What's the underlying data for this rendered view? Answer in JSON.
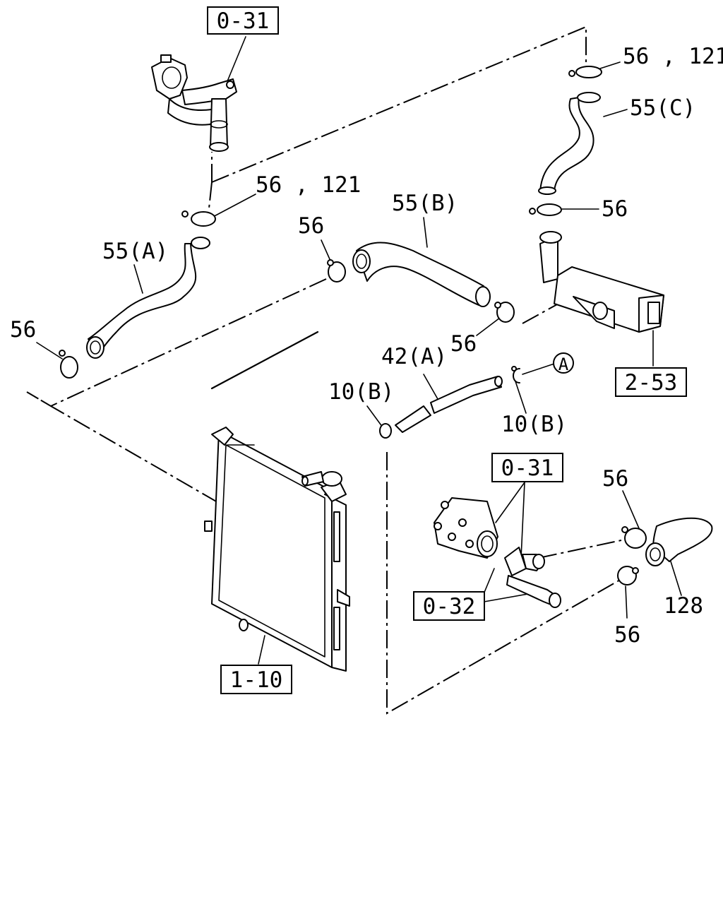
{
  "references": {
    "ref_top_engine": "0-31",
    "ref_intercooler": "2-53",
    "ref_radiator": "1-10",
    "ref_thermostat": "0-31",
    "ref_thermostat_lower": "0-32"
  },
  "labels": {
    "clamp_56_121_top": "56 , 121",
    "hose_55c": "55(C)",
    "clamp_56_121_mid": "56 , 121",
    "hose_55b": "55(B)",
    "clamp_56_intercooler": "56",
    "clamp_56_55b_left": "56",
    "hose_55a": "55(A)",
    "clamp_56_left": "56",
    "clamp_56_55b_right": "56",
    "hose_42a": "42(A)",
    "circle_a": "A",
    "clip_10b_left": "10(B)",
    "clip_10b_right": "10(B)",
    "clamp_56_lower_top": "56",
    "hose_128": "128",
    "clamp_56_lower_bottom": "56"
  }
}
